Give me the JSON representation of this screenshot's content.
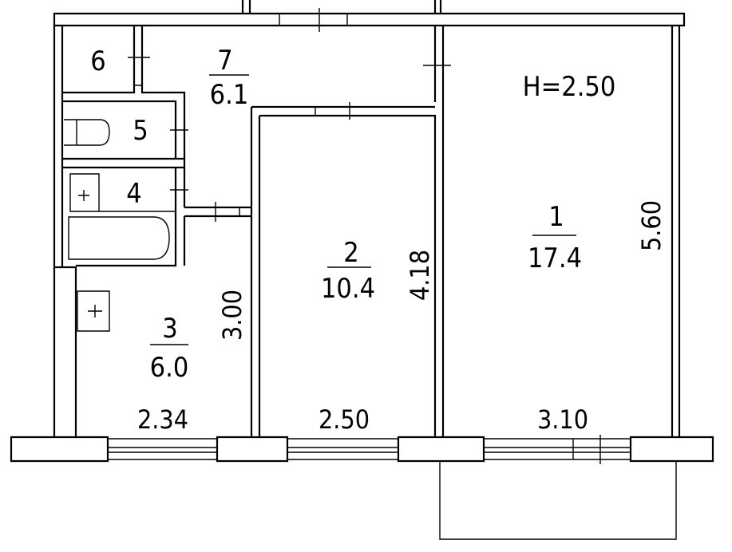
{
  "plan": {
    "ceiling_height": "H=2.50",
    "rooms": [
      {
        "number": "1",
        "area": "17.4"
      },
      {
        "number": "2",
        "area": "10.4"
      },
      {
        "number": "3",
        "area": "6.0"
      },
      {
        "number": "4"
      },
      {
        "number": "5"
      },
      {
        "number": "6"
      },
      {
        "number": "7",
        "area": "6.1"
      }
    ],
    "dimensions": {
      "room1_depth": "5.60",
      "room2_depth": "4.18",
      "room3_depth": "3.00",
      "room3_width": "2.34",
      "room2_width": "2.50",
      "room1_width": "3.10"
    }
  }
}
